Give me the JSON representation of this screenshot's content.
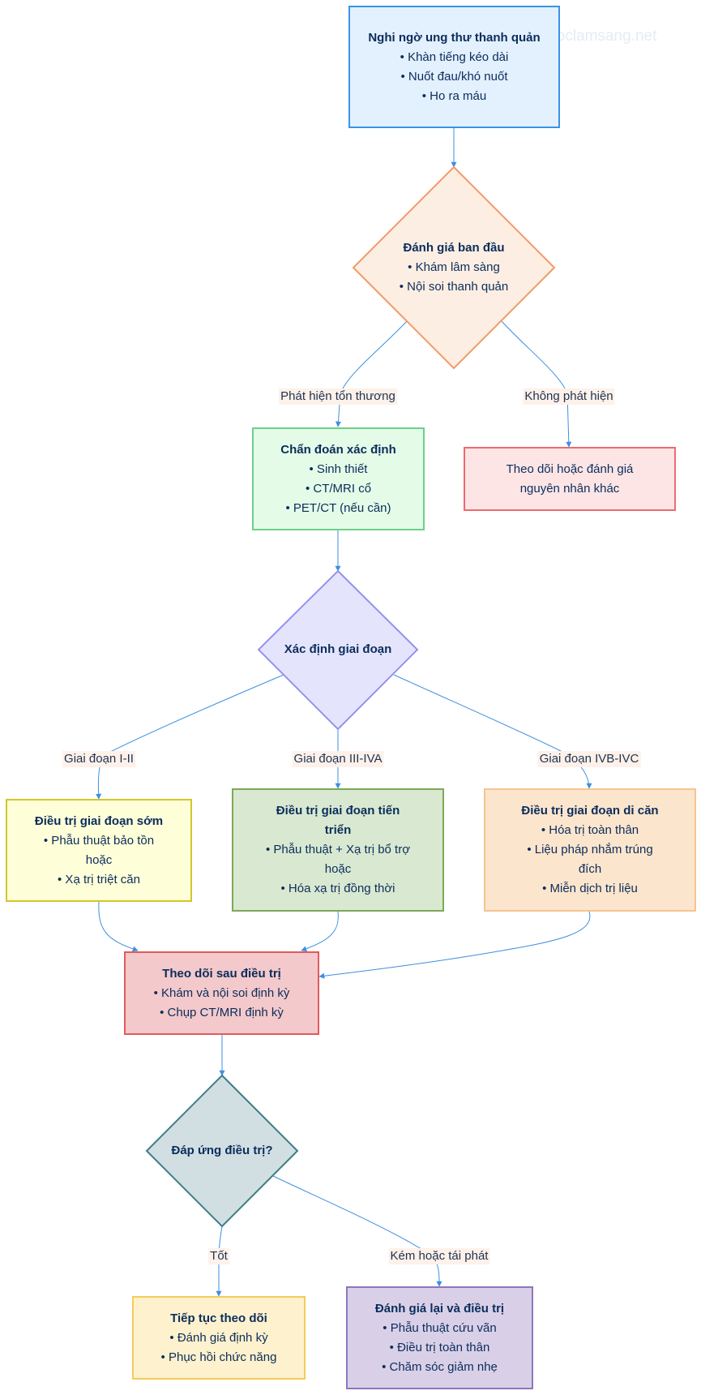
{
  "watermark": "ytoclamsang.net",
  "nodes": {
    "suspicion": {
      "title": "Nghi ngờ ung thư thanh quản",
      "items": [
        "• Khàn tiếng kéo dài",
        "• Nuốt đau/khó nuốt",
        "• Ho ra máu"
      ]
    },
    "initial_eval": {
      "title": "Đánh giá ban đầu",
      "items": [
        "• Khám lâm sàng",
        "• Nội soi thanh quản"
      ]
    },
    "diagnosis": {
      "title": "Chẩn đoán xác định",
      "items": [
        "• Sinh thiết",
        "• CT/MRI cổ",
        "• PET/CT (nếu cần)"
      ]
    },
    "other_cause": {
      "text": "Theo dõi hoặc đánh giá nguyên nhân khác"
    },
    "staging": {
      "title": "Xác định giai đoạn"
    },
    "early": {
      "title": "Điều trị giai đoạn sớm",
      "items": [
        "• Phẫu thuật bảo tồn hoặc",
        "• Xạ trị triệt căn"
      ]
    },
    "advanced": {
      "title": "Điều trị giai đoạn tiến triển",
      "items": [
        "• Phẫu thuật + Xạ trị bổ trợ hoặc",
        "• Hóa xạ trị đồng thời"
      ]
    },
    "metastatic": {
      "title": "Điều trị giai đoạn di căn",
      "items": [
        "• Hóa trị toàn thân",
        "• Liệu pháp nhắm trúng đích",
        "• Miễn dịch trị liệu"
      ]
    },
    "followup": {
      "title": "Theo dõi sau điều trị",
      "items": [
        "• Khám và nội soi định kỳ",
        "• Chụp CT/MRI định kỳ"
      ]
    },
    "response": {
      "title": "Đáp ứng điều trị?"
    },
    "continue": {
      "title": "Tiếp tục theo dõi",
      "items": [
        "• Đánh giá định kỳ",
        "• Phục hồi chức năng"
      ]
    },
    "reassess": {
      "title": "Đánh giá lại và điều trị",
      "items": [
        "• Phẫu thuật cứu vãn",
        "• Điều trị toàn thân",
        "• Chăm sóc giảm nhẹ"
      ]
    }
  },
  "edge_labels": {
    "lesion_found": "Phát hiện tổn thương",
    "not_found": "Không phát hiện",
    "stage_1_2": "Giai đoạn I-II",
    "stage_3_4a": "Giai đoạn III-IVA",
    "stage_4b_4c": "Giai đoạn IVB-IVC",
    "good": "Tốt",
    "poor": "Kém hoặc tái phát"
  },
  "colors": {
    "edge": "#3e8fe0",
    "suspicion": {
      "fill": "#e3f0fd",
      "stroke": "#3a93e6"
    },
    "initial_eval": {
      "fill": "#fdeee3",
      "stroke": "#f39a68"
    },
    "diagnosis": {
      "fill": "#e4fbe7",
      "stroke": "#6fcf8a"
    },
    "other_cause": {
      "fill": "#fde5e6",
      "stroke": "#ec6b6e"
    },
    "staging": {
      "fill": "#e4e5fc",
      "stroke": "#9591ee"
    },
    "early": {
      "fill": "#fefed8",
      "stroke": "#d2c72a"
    },
    "advanced": {
      "fill": "#d9e9d1",
      "stroke": "#7ea856"
    },
    "metastatic": {
      "fill": "#fce5cd",
      "stroke": "#f5c48f"
    },
    "followup": {
      "fill": "#f3c9cb",
      "stroke": "#e15a5e"
    },
    "response": {
      "fill": "#d1dfe3",
      "stroke": "#3f7d86"
    },
    "continue": {
      "fill": "#fef1cd",
      "stroke": "#f3cc58"
    },
    "reassess": {
      "fill": "#d9d0e8",
      "stroke": "#8d76bc"
    }
  }
}
